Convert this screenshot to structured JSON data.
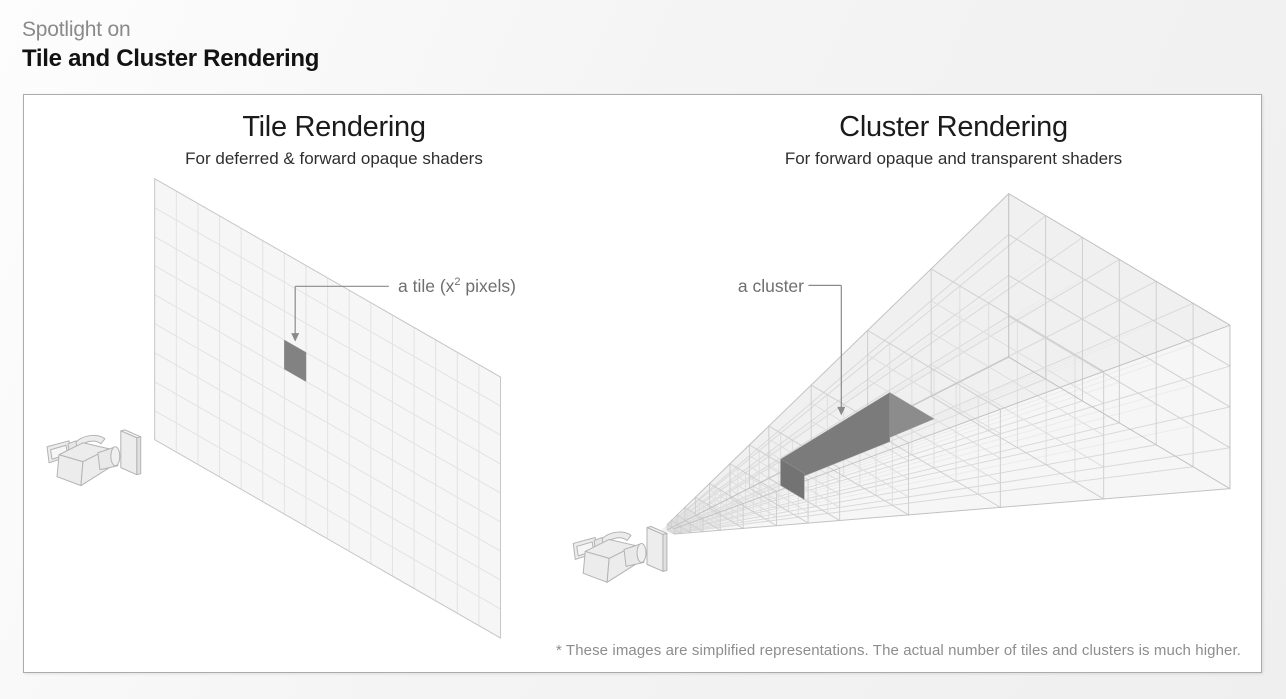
{
  "header": {
    "eyebrow": "Spotlight on",
    "title": "Tile and Cluster Rendering"
  },
  "tile_section": {
    "title": "Tile Rendering",
    "subtitle": "For deferred & forward opaque shaders",
    "label_prefix": "a tile (x",
    "label_exponent": "2",
    "label_suffix": " pixels)"
  },
  "cluster_section": {
    "title": "Cluster Rendering",
    "subtitle": "For forward opaque and transparent shaders",
    "label": "a cluster"
  },
  "footnote": "* These images are simplified representations. The actual number of tiles and clusters is much higher.",
  "colors": {
    "tile_highlight": "#828282",
    "cluster_top": "#8c8c8c",
    "cluster_side": "#7b7b7b",
    "cluster_front": "#737373",
    "leader_line": "#8a8a8a",
    "grid_fill": "#f6f6f6",
    "grid_line": "#e3e3e3",
    "grid_border": "#c6c6c6",
    "frustum_fill": "#f5f5f5",
    "frustum_top_fill": "#efefef",
    "wire_faint": "#ebebeb",
    "wire_mid": "#d9d9d9",
    "wire_strong": "#c2c2c2"
  }
}
